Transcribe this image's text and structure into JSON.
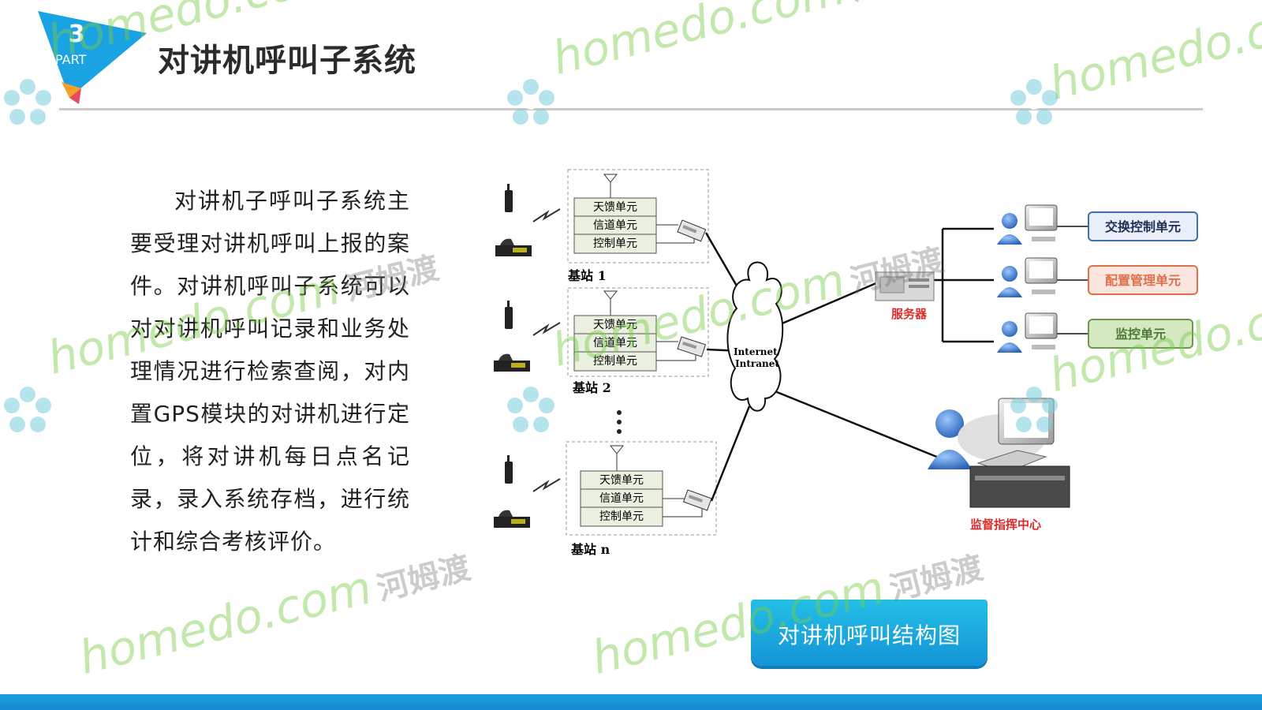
{
  "header": {
    "part_number": "3",
    "part_word": "PART",
    "title": "对讲机呼叫子系统"
  },
  "paragraph": "对讲机子呼叫子系统主要受理对讲机呼叫上报的案件。对讲机呼叫子系统可以对对讲机呼叫记录和业务处理情况进行检索查阅，对内置GPS模块的对讲机进行定位，将对讲机每日点名记录，录入系统存档，进行统计和综合考核评价。",
  "diagram": {
    "stations": [
      {
        "label": "基站 1",
        "units": [
          "天馈单元",
          "信道单元",
          "控制单元"
        ]
      },
      {
        "label": "基站 2",
        "units": [
          "天馈单元",
          "信道单元",
          "控制单元"
        ]
      },
      {
        "label": "基站 n",
        "units": [
          "天馈单元",
          "信道单元",
          "控制单元"
        ]
      }
    ],
    "cloud_line1": "Internet/",
    "cloud_line2": "Intranet",
    "server_label": "服务器",
    "modules": [
      {
        "label": "交换控制单元",
        "color": "#3f6fae",
        "fill": "#e9eef8"
      },
      {
        "label": "配置管理单元",
        "color": "#e0704a",
        "fill": "#fbe6df"
      },
      {
        "label": "监控单元",
        "color": "#6a9a4a",
        "fill": "#d4e8c2"
      }
    ],
    "command_center_label": "监督指挥中心"
  },
  "caption": "对讲机呼叫结构图",
  "watermark": {
    "domain": "homedo.com",
    "name": "河姆渡"
  },
  "colors": {
    "accent_blue": "#1aa3e2",
    "label_red": "#e02a2a",
    "watermark_green": "#78cd46"
  }
}
